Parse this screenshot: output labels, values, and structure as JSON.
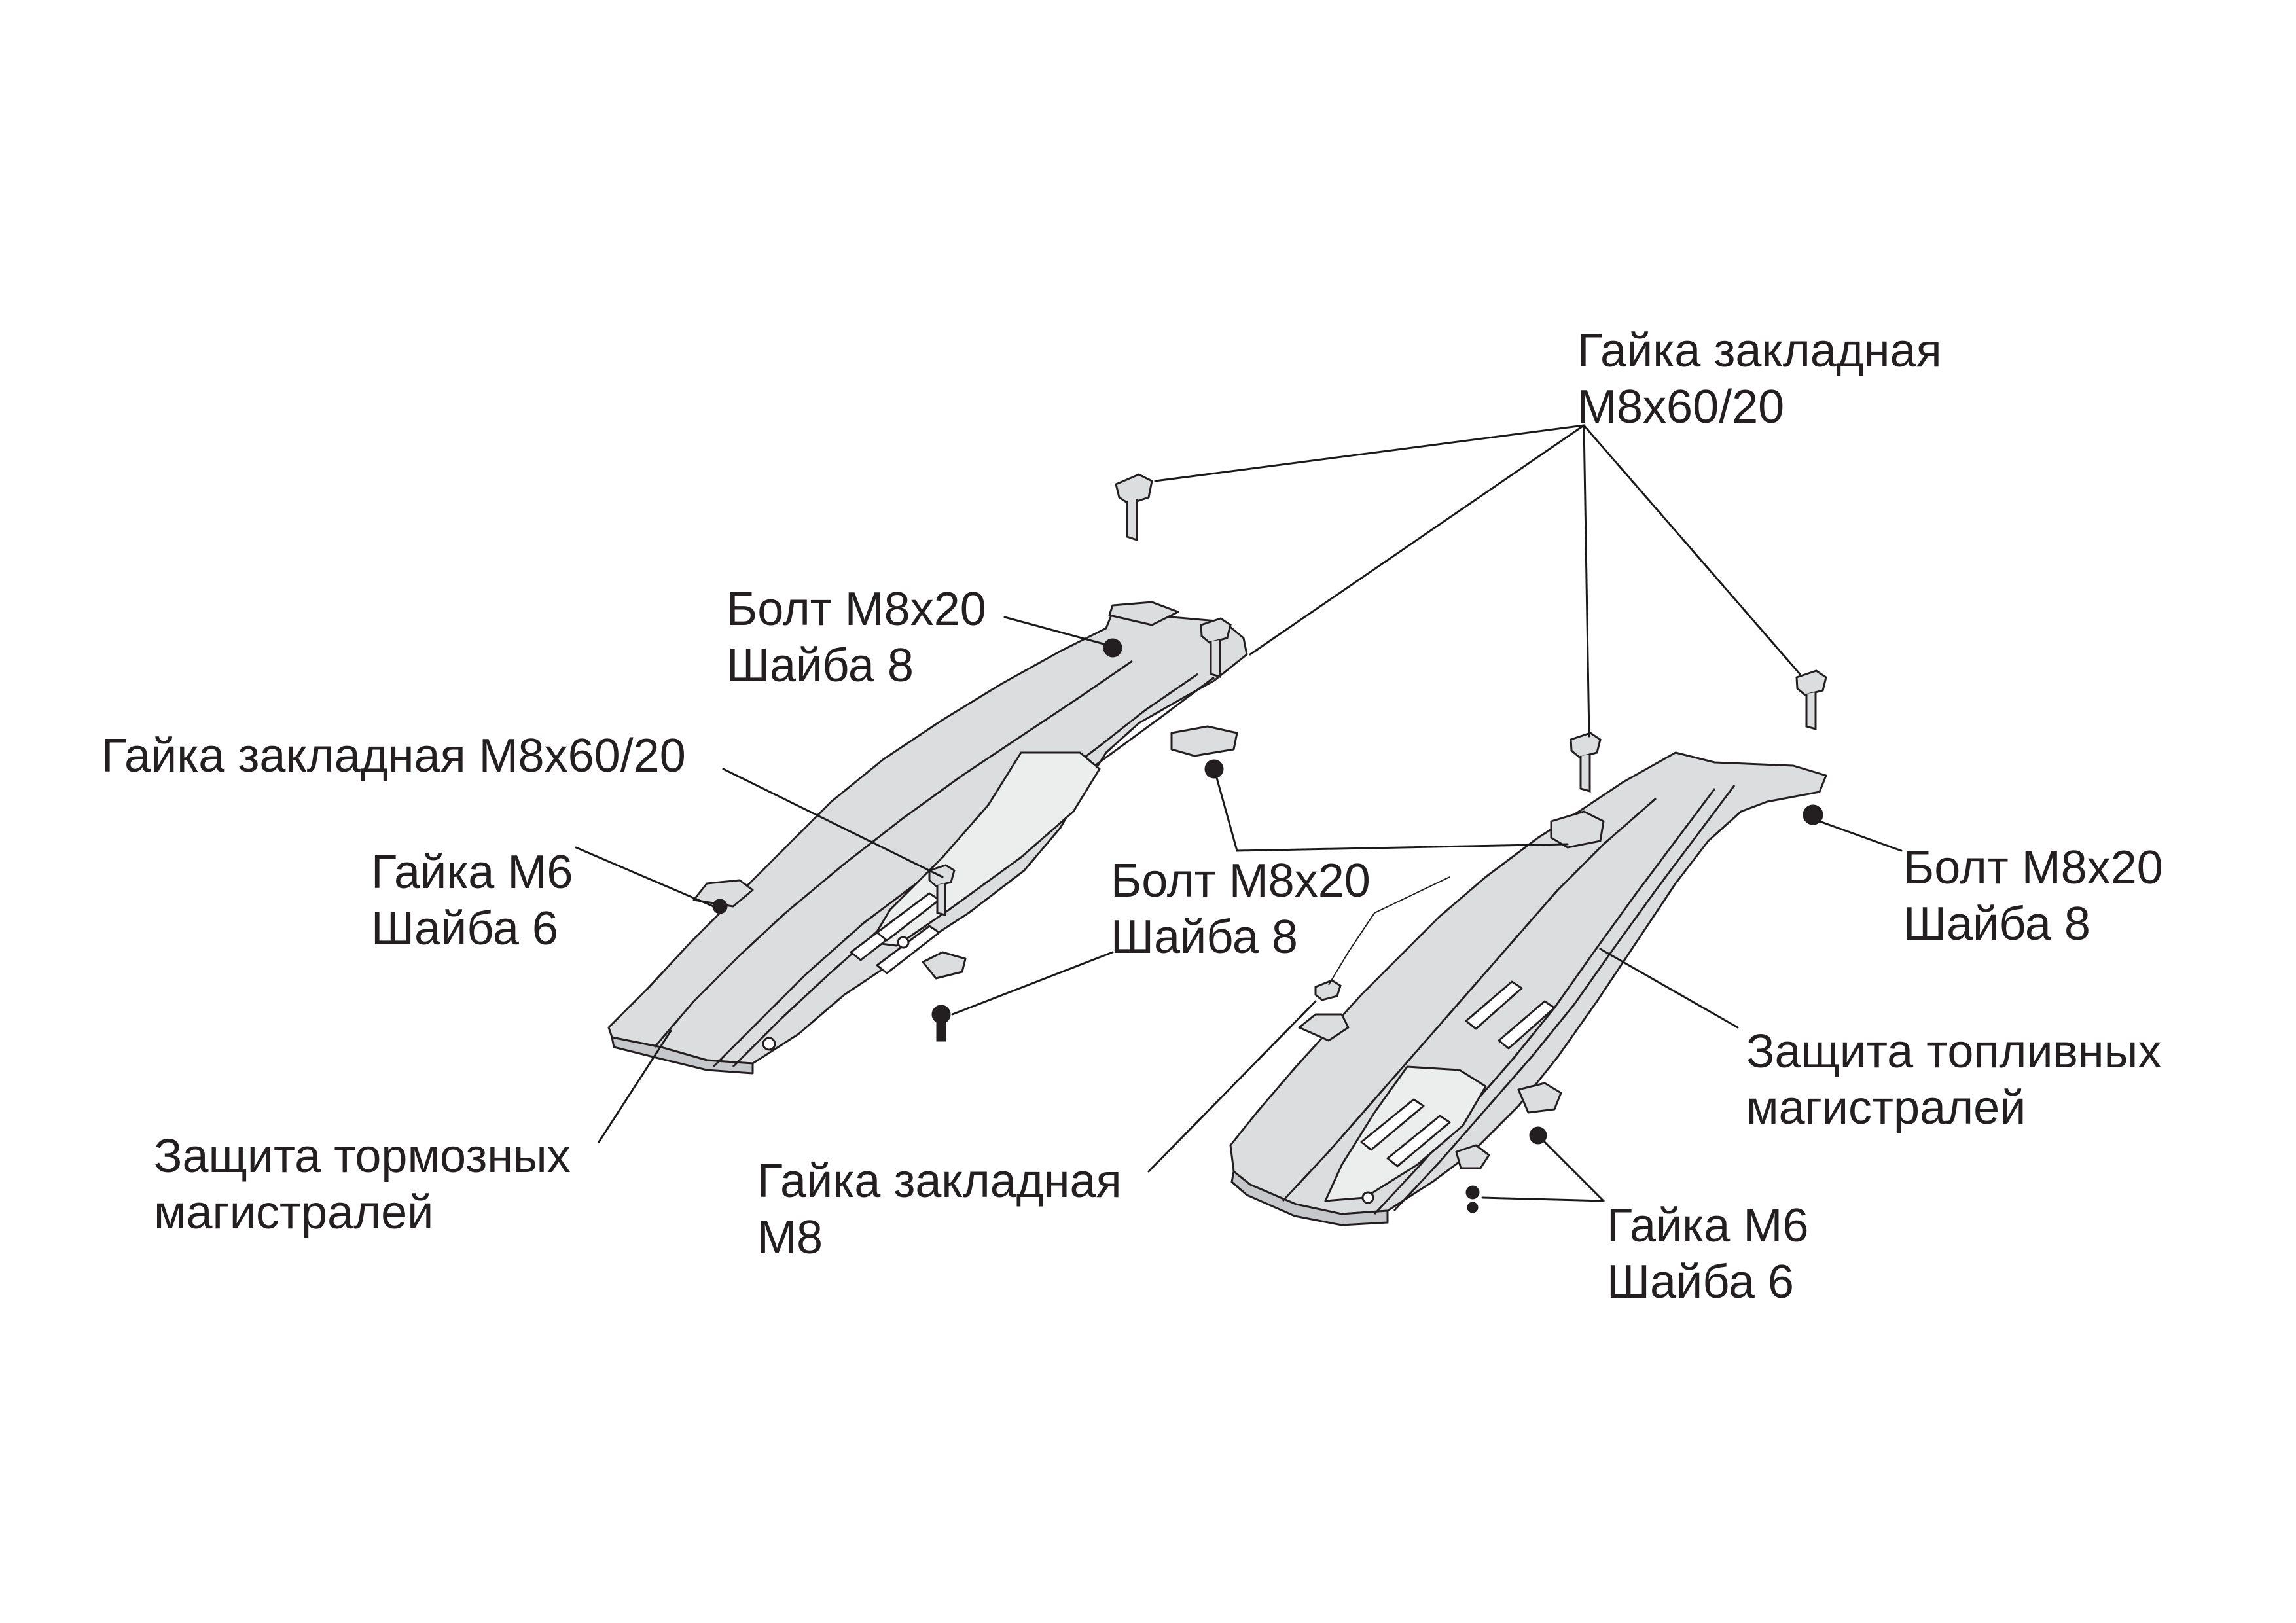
{
  "colors": {
    "ink": "#231f20",
    "leader": "#1a1a1a",
    "part_fill": "#dcdddf",
    "part_shade": "#c6c8cb",
    "part_light": "#eceded",
    "background": "#ffffff"
  },
  "labels": {
    "embedded_nut_top": {
      "line1": "Гайка закладная",
      "line2": "М8х60/20"
    },
    "bolt_top_left": {
      "line1": "Болт М8х20",
      "line2": "Шайба 8"
    },
    "embedded_nut_left": {
      "line1": "Гайка закладная М8х60/20"
    },
    "nut_m6_left": {
      "line1": "Гайка М6",
      "line2": "Шайба 6"
    },
    "bolt_middle": {
      "line1": "Болт М8х20",
      "line2": "Шайба 8"
    },
    "bolt_right": {
      "line1": "Болт М8х20",
      "line2": "Шайба 8"
    },
    "fuel_guard": {
      "line1": "Защита топливных",
      "line2": "магистралей"
    },
    "brake_guard": {
      "line1": "Защита тормозных",
      "line2": "магистралей"
    },
    "embedded_nut_m8": {
      "line1": "Гайка закладная",
      "line2": "М8"
    },
    "nut_m6_right": {
      "line1": "Гайка М6",
      "line2": "Шайба 6"
    }
  }
}
